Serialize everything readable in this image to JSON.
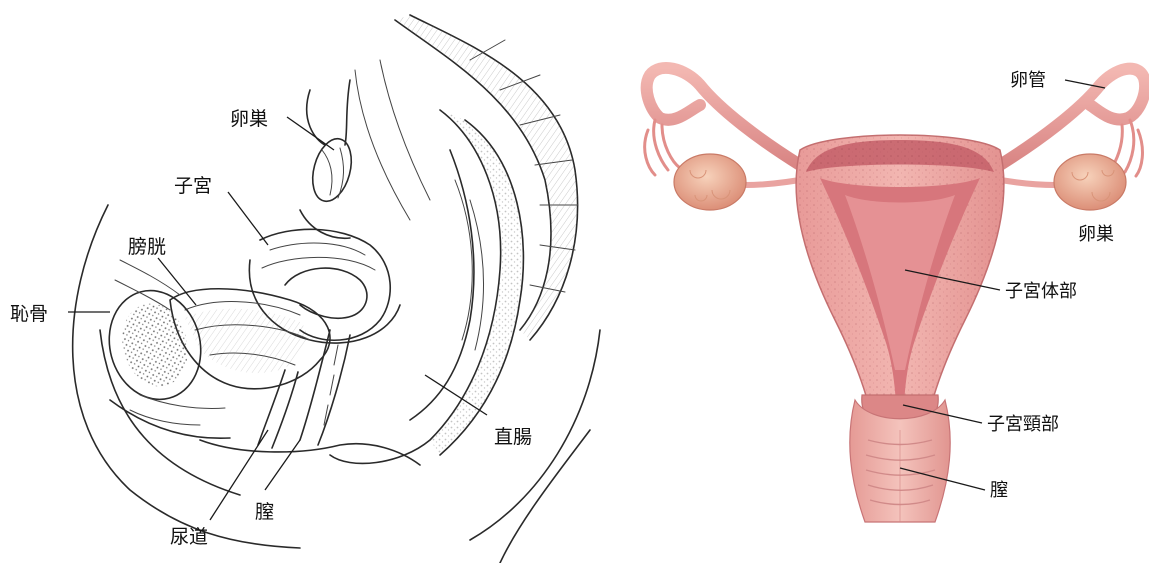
{
  "left_figure": {
    "labels": {
      "ovary": "卵巣",
      "uterus": "子宮",
      "bladder": "膀胱",
      "pubic_bone": "恥骨",
      "rectum": "直腸",
      "vagina": "膣",
      "urethra": "尿道"
    }
  },
  "right_figure": {
    "labels": {
      "fallopian_tube": "卵管",
      "ovary": "卵巣",
      "uterine_body": "子宮体部",
      "cervix": "子宮頸部",
      "vagina": "膣"
    },
    "colors": {
      "tissue": "#e9a3a0",
      "tissue_dark": "#c9676b",
      "cavity": "#d7767c",
      "ovary": "#efb59a"
    }
  }
}
